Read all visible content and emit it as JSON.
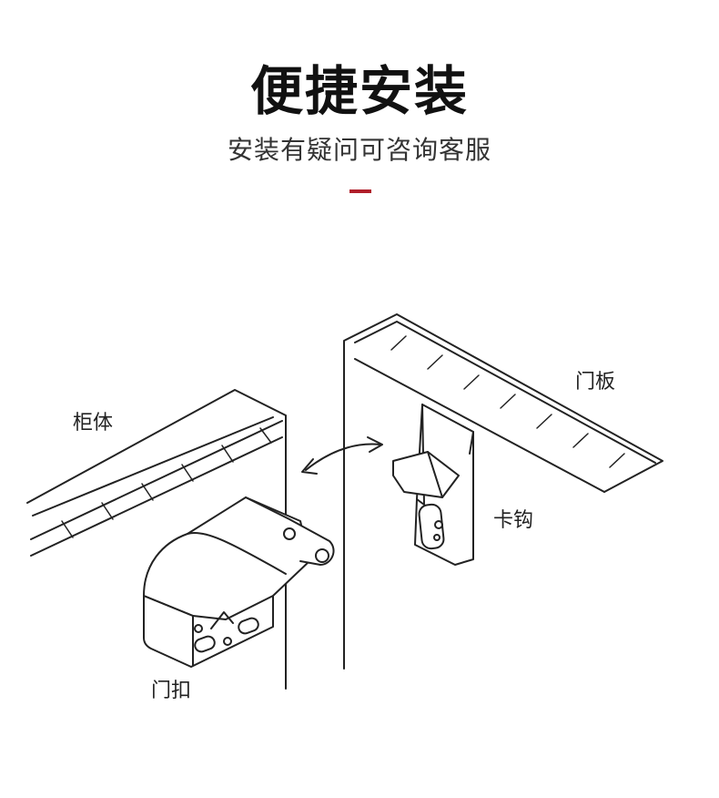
{
  "header": {
    "title": "便捷安装",
    "subtitle": "安装有疑问可咨询客服"
  },
  "colors": {
    "accent": "#b01e2a",
    "line": "#222222",
    "fill": "#ffffff"
  },
  "labels": {
    "cabinet": "柜体",
    "door_panel": "门板",
    "hook": "卡钩",
    "door_catch": "门扣"
  }
}
